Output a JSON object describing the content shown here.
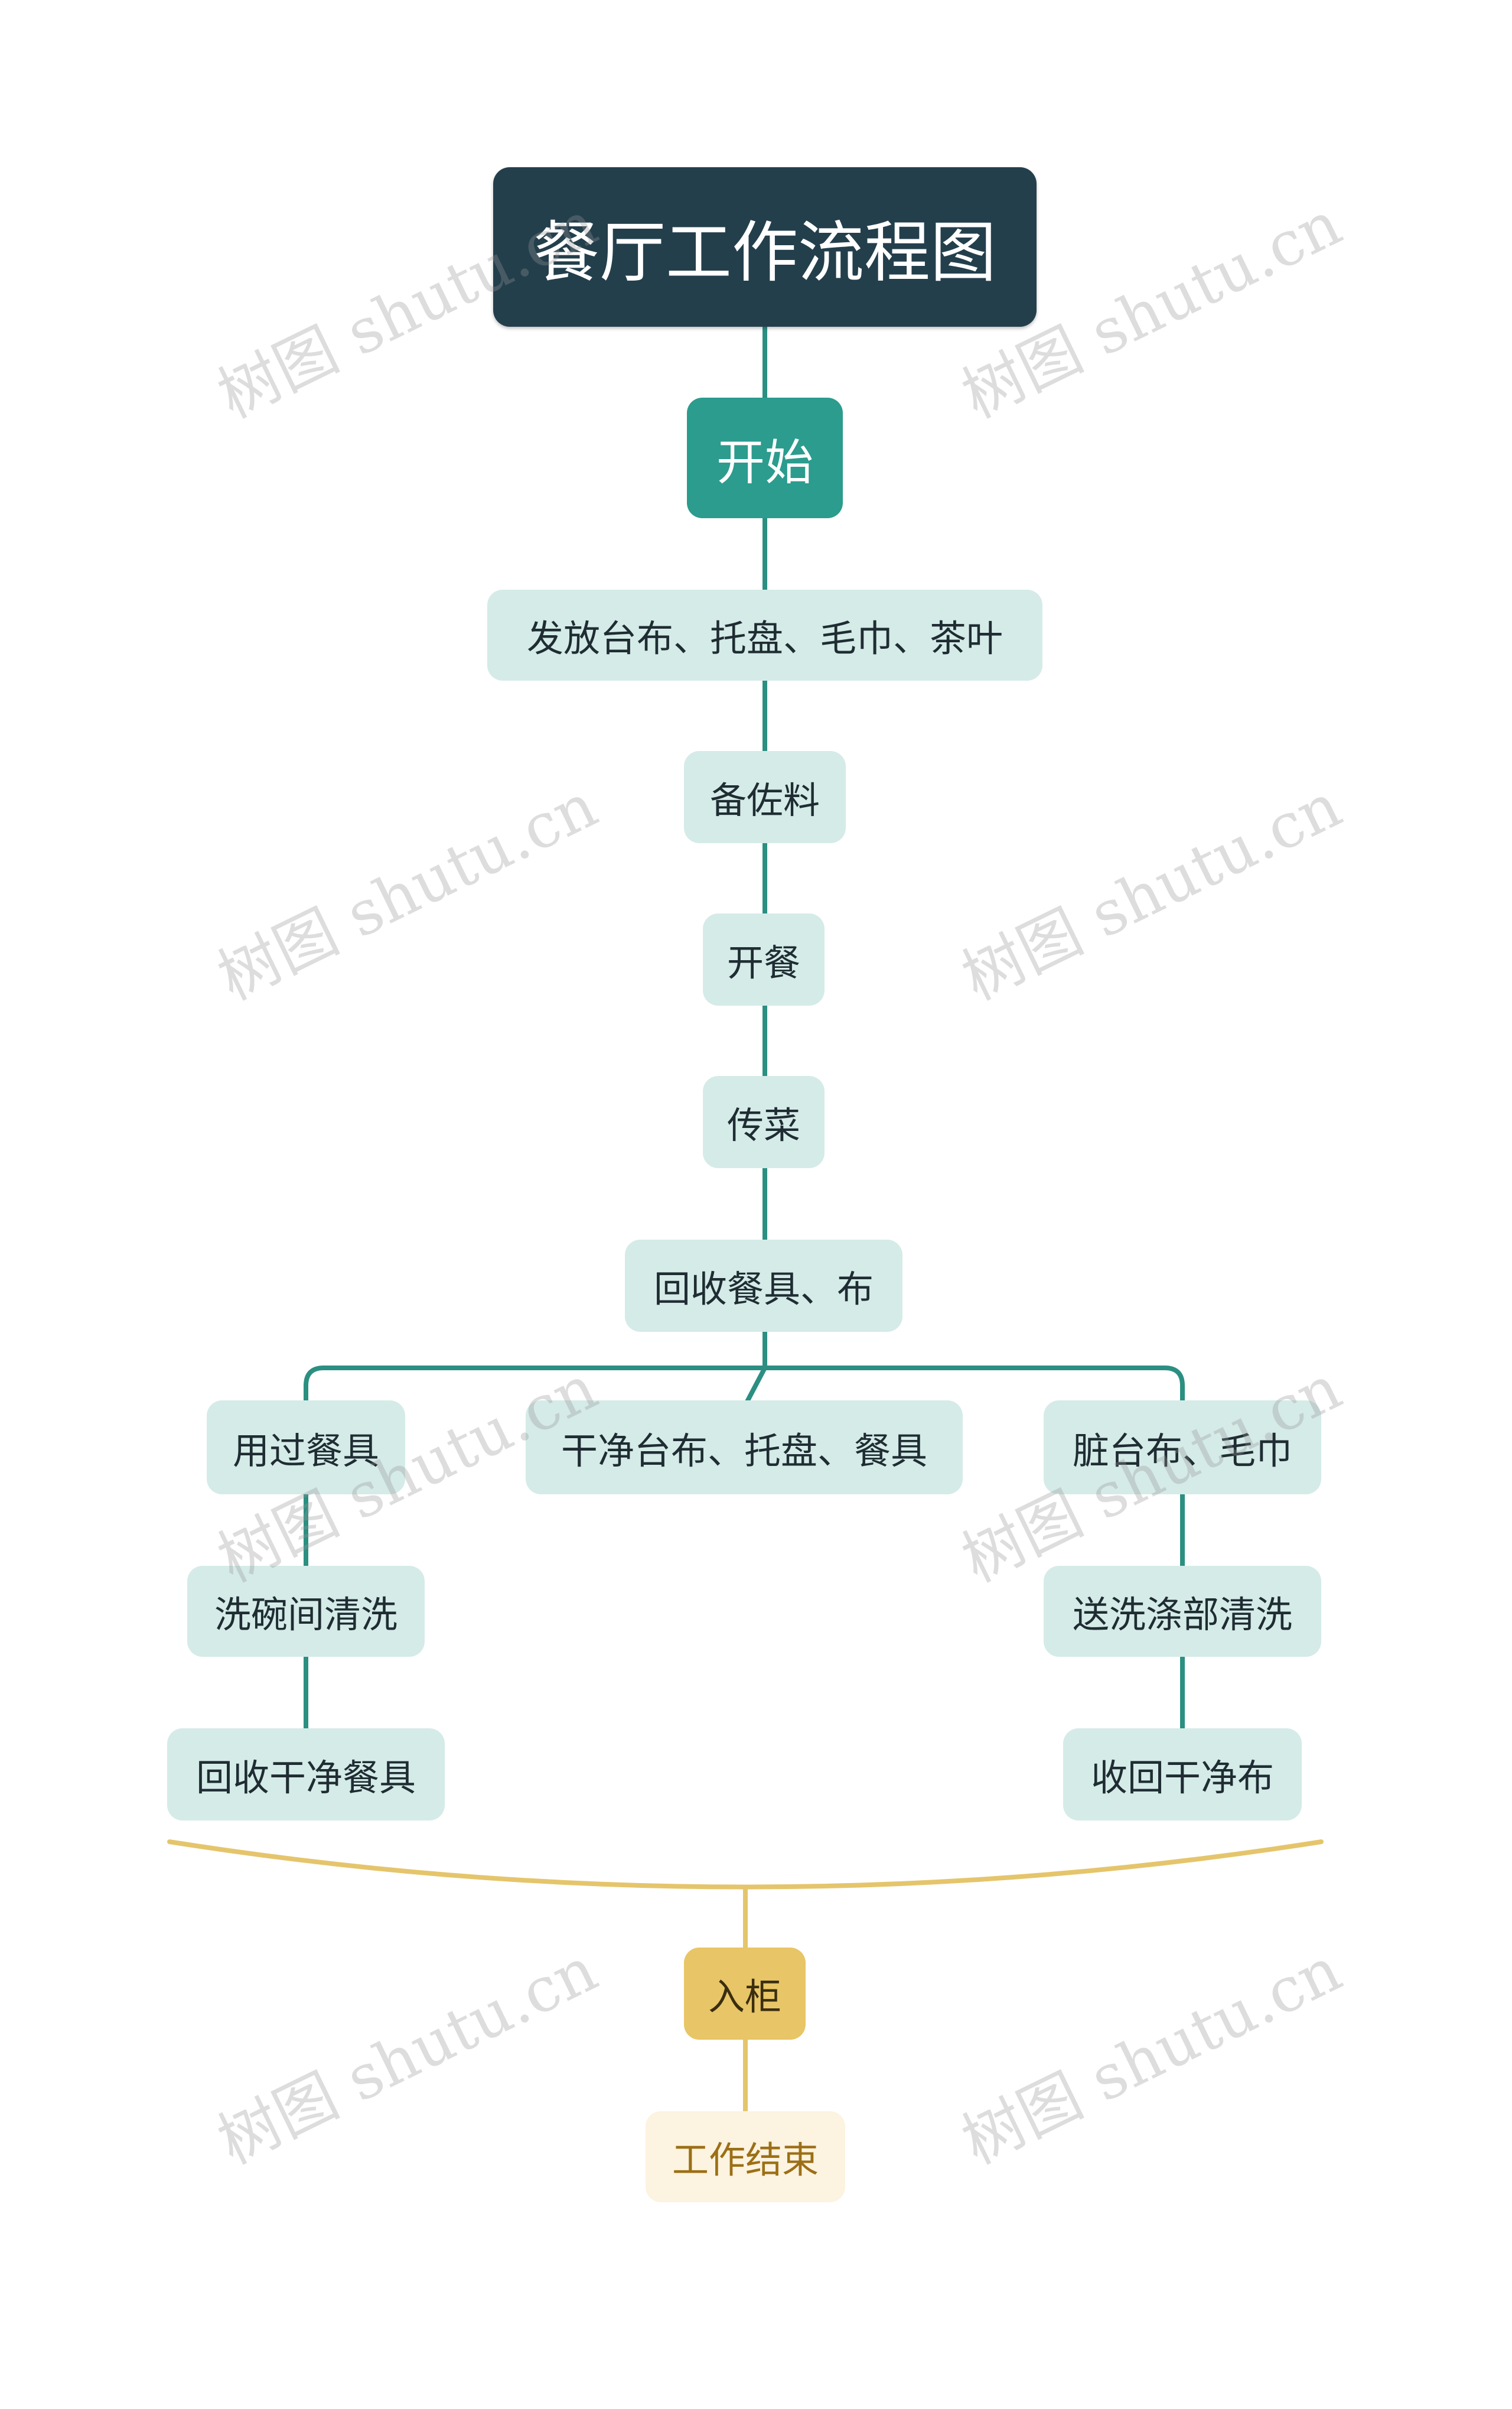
{
  "title": "餐厅工作流程图",
  "start": "开始",
  "steps": {
    "distribute": "发放台布、托盘、毛巾、茶叶",
    "prepare": "备佐料",
    "open": "开餐",
    "serve": "传菜",
    "collect": "回收餐具、布"
  },
  "branches": {
    "used_dishes": "用过餐具",
    "clean_items": "干净台布、托盘、餐具",
    "dirty_cloth": "脏台布、毛巾",
    "dishwash": "洗碗间清洗",
    "laundry": "送洗涤部清洗",
    "collect_dishes": "回收干净餐具",
    "collect_cloth": "收回干净布"
  },
  "merge": "入柜",
  "end": "工作结束",
  "watermark": "树图 shutu.cn",
  "colors": {
    "root": "#243f4c",
    "start": "#2b9c8e",
    "connector": "#2b8f82",
    "step_fill": "#d5ebe8",
    "merge_line": "#e5c56c",
    "cabinet": "#e8c566",
    "end_fill": "#fcf3e0",
    "end_text": "#9c6f16"
  }
}
